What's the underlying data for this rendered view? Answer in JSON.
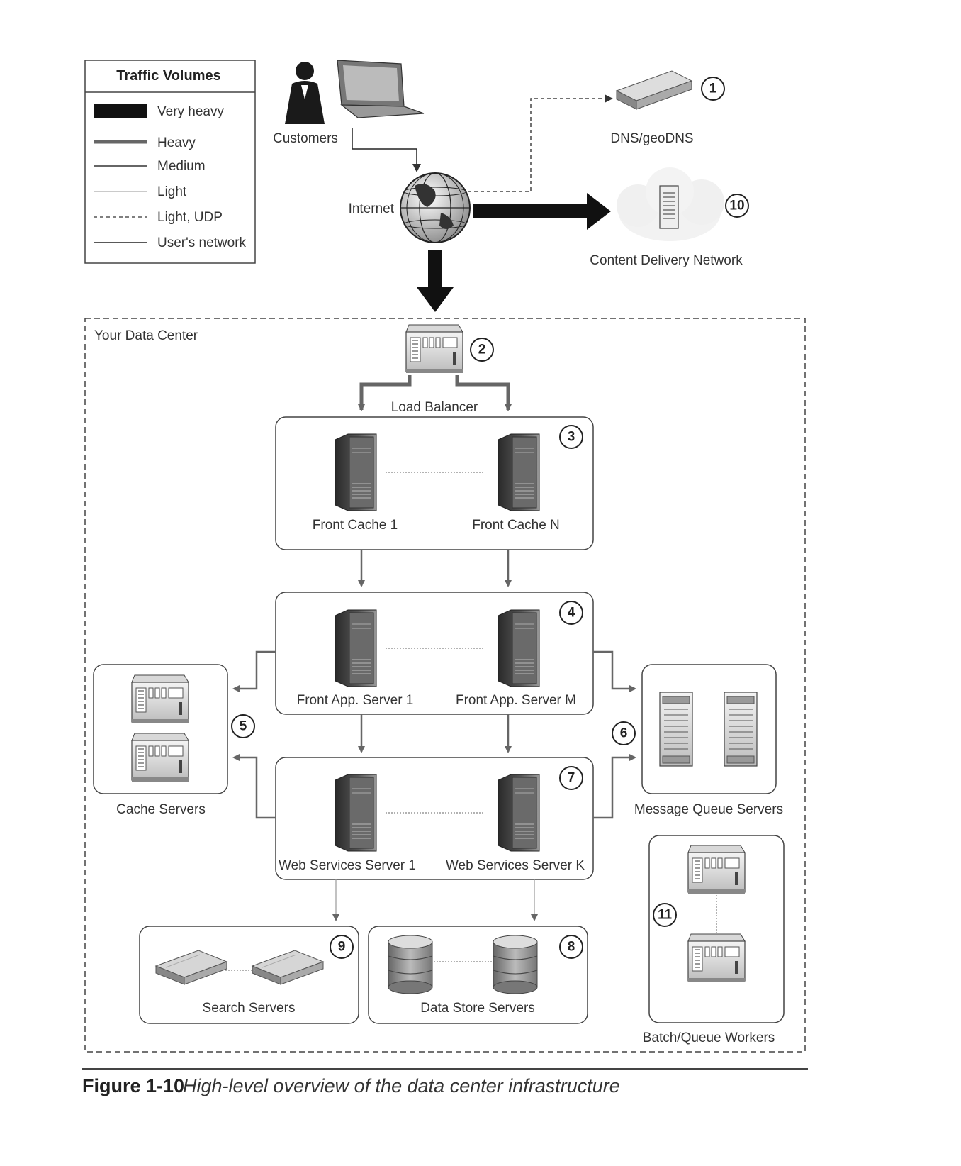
{
  "legend": {
    "title": "Traffic Volumes",
    "items": [
      {
        "label": "Very heavy",
        "style": "very-heavy"
      },
      {
        "label": "Heavy",
        "style": "heavy"
      },
      {
        "label": "Medium",
        "style": "medium"
      },
      {
        "label": "Light",
        "style": "light"
      },
      {
        "label": "Light, UDP",
        "style": "light-udp"
      },
      {
        "label": "User's network",
        "style": "users-network"
      }
    ]
  },
  "nodes": {
    "customers": "Customers",
    "internet": "Internet",
    "dns": "DNS/geoDNS",
    "cdn": "Content Delivery Network",
    "data_center": "Your Data Center",
    "load_balancer": "Load Balancer",
    "front_cache_1": "Front Cache 1",
    "front_cache_n": "Front Cache N",
    "front_app_1": "Front App. Server 1",
    "front_app_m": "Front App. Server M",
    "web_services_1": "Web Services Server 1",
    "web_services_k": "Web Services Server K",
    "cache_servers": "Cache Servers",
    "message_queue_servers": "Message Queue Servers",
    "search_servers": "Search Servers",
    "data_store_servers": "Data Store Servers",
    "batch_workers": "Batch/Queue Workers"
  },
  "badges": {
    "dns": "1",
    "load_balancer": "2",
    "front_cache": "3",
    "front_app": "4",
    "cache_servers": "5",
    "message_queue": "6",
    "web_services": "7",
    "data_store": "8",
    "search": "9",
    "cdn": "10",
    "batch_workers": "11"
  },
  "caption": {
    "number": "Figure 1-10",
    "text": "High-level overview of the data center infrastructure"
  },
  "icons": [
    "person-icon",
    "laptop-icon",
    "globe-icon",
    "dns-appliance-icon",
    "cloud-server-icon",
    "load-balancer-icon",
    "tower-server-icon",
    "rack-server-icon",
    "database-icon",
    "search-appliance-icon"
  ]
}
